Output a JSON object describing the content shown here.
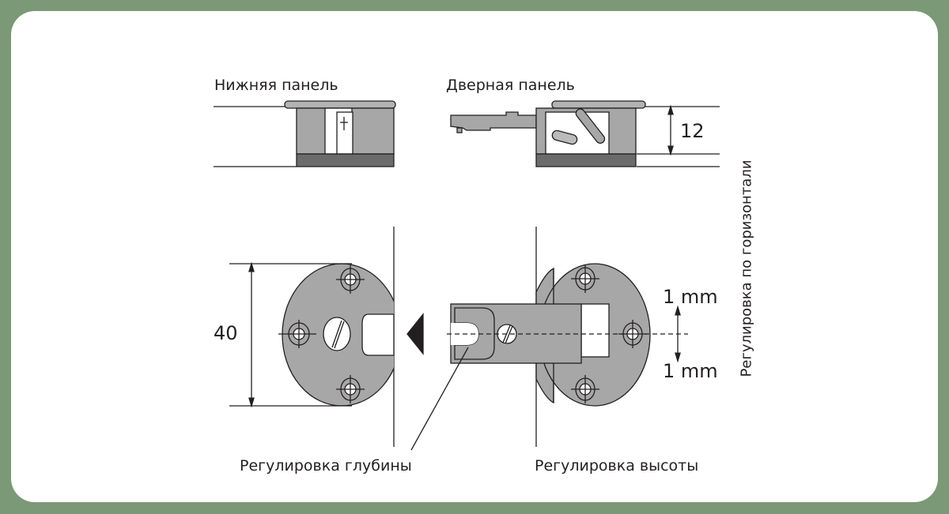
{
  "labels": {
    "bottom_panel": "Нижняя панель",
    "door_panel": "Дверная панель",
    "depth_adjustment": "Регулировка глубины",
    "height_adjustment": "Регулировка высоты",
    "horizontal_adjustment": "Регулировка по горизонтали"
  },
  "dimensions": {
    "thickness": "12",
    "diameter": "40",
    "adjust_up": "1 mm",
    "adjust_down": "1 mm"
  },
  "colors": {
    "background": "#7b9877",
    "metal": "#a7a7a7",
    "dark_band": "#6b6b6b",
    "line": "#231f20"
  }
}
